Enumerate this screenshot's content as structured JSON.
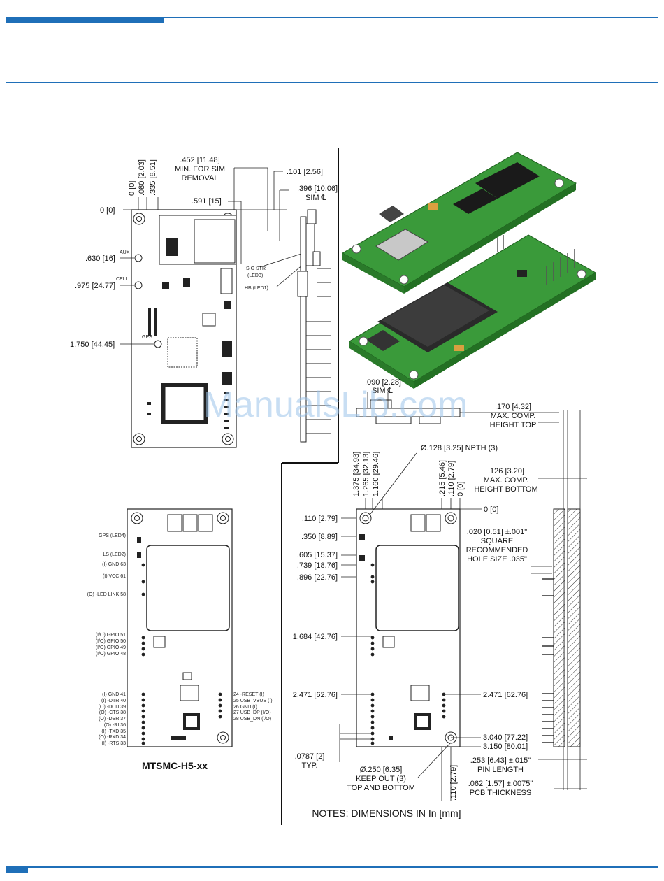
{
  "watermark": "ManualsLib.com",
  "footer_model": "MTSMC-H5-xx",
  "notes": "NOTES: DIMENSIONS IN In [mm]",
  "top_view": {
    "sim_removal": [
      ".452 [11.48]",
      "MIN. FOR SIM",
      "REMOVAL"
    ],
    "d_101": ".101 [2.56]",
    "sim_cl": [
      ".396 [10.06]",
      "SIM ℄"
    ],
    "d_591": ".591 [15]",
    "zero_origin": "0 [0]",
    "vert_0": "0 [0]",
    "vert_080": ".080 [2.03]",
    "vert_335": ".335 [8.51]",
    "aux": "AUX",
    "cell": "CELL",
    "gps": "GPS",
    "d_630": ".630 [16]",
    "d_975": ".975 [24.77]",
    "d_1750": "1.750 [44.45]",
    "sig_str": [
      "SIG STR",
      "(LED3)"
    ],
    "hb": "HB (LED1)"
  },
  "side_view": {
    "sim_cl2": [
      ".090 [2.28]",
      "SIM ℄"
    ],
    "max_top": [
      ".170 [4.32]",
      "MAX. COMP.",
      "HEIGHT TOP"
    ],
    "max_bottom": [
      ".126 [3.20]",
      "MAX. COMP.",
      "HEIGHT BOTTOM"
    ],
    "square": [
      ".020 [0.51] ±.001\"",
      "SQUARE",
      "RECOMMENDED",
      "HOLE SIZE .035\""
    ],
    "pin_length": [
      ".253 [6.43] ±.015\"",
      "PIN LENGTH"
    ],
    "pcb_thick": [
      ".062 [1.57] ±.0075\"",
      "PCB THICKNESS"
    ]
  },
  "bottom_view": {
    "npth": "Ø.128 [3.25] NPTH (3)",
    "vert_left": [
      "1.375 [34.93]",
      "1.265 [32.13]",
      "1.160 [29.46]"
    ],
    "vert_right": [
      ".215 [5.46]",
      ".110 [2.79]",
      "0 [0]"
    ],
    "zero": "0 [0]",
    "left_dims": [
      ".110 [2.79]",
      ".350 [8.89]",
      ".605 [15.37]",
      ".739 [18.76]",
      ".896 [22.76]",
      "1.684 [42.76]",
      "2.471 [62.76]"
    ],
    "right_2471": "2.471 [62.76]",
    "d_3040": "3.040 [77.22]",
    "d_3150": "3.150 [80.01]",
    "typ": [
      ".0787 [2]",
      "TYP."
    ],
    "keepout": [
      "Ø.250 [6.35]",
      "KEEP OUT (3)",
      "TOP AND BOTTOM"
    ],
    "bottom_110": ".110 [2.79]"
  },
  "pinout": {
    "left": [
      "GPS (LED4)",
      "LS (LED2)",
      "(I) GND 63",
      "(I) VCC 61",
      "(O) -LED LINK 58",
      "(I/O) GPIO 51",
      "(I/O) GPIO 50",
      "(I/O) GPIO 49",
      "(I/O) GPIO 48",
      "(I) GND 41",
      "(I) -DTR 40",
      "(O) -DCD 39",
      "(O) -CTS 38",
      "(O) -DSR 37",
      "(O) -RI 36",
      "(I) -TXD 35",
      "(O) -RXD 34",
      "(I) -RTS 33"
    ],
    "right": [
      "24 -RESET (I)",
      "25 USB_VBUS (I)",
      "26 GND (I)",
      "27 USB_DP (I/O)",
      "28 USB_DN (I/O)"
    ]
  }
}
